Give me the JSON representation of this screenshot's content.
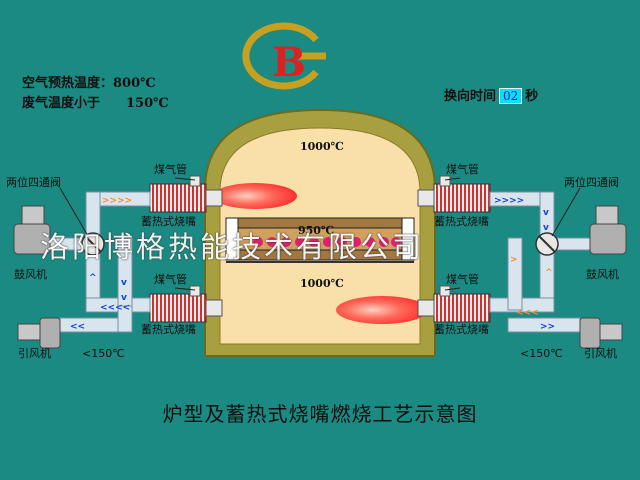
{
  "logo": {
    "letters": "BG",
    "colors": {
      "ring": "#c8a020",
      "letter": "#e02020"
    }
  },
  "params": {
    "air_preheat_label": "空气预热温度：",
    "air_preheat_value": "800℃",
    "exhaust_label": "废气温度小于",
    "exhaust_value": "150℃"
  },
  "reversing": {
    "label": "换向时间",
    "value": "02",
    "unit": "秒"
  },
  "furnace": {
    "top_temp": "1000℃",
    "middle_temp": "950℃",
    "bottom_temp": "1000℃"
  },
  "left_side": {
    "valve_label": "两位四通阀",
    "gas_pipe_top": "煤气管",
    "burner_top": "蓄热式烧嘴",
    "gas_pipe_bottom": "煤气管",
    "burner_bottom": "蓄热式烧嘴",
    "blower": "鼓风机",
    "induced_fan": "引风机",
    "exhaust_temp": "<150℃"
  },
  "right_side": {
    "valve_label": "两位四通阀",
    "gas_pipe_top": "煤气管",
    "burner_top": "蓄热式烧嘴",
    "gas_pipe_bottom": "煤气管",
    "burner_bottom": "蓄热式烧嘴",
    "blower": "鼓风机",
    "induced_fan": "引风机",
    "exhaust_temp": "<150℃"
  },
  "watermark": "洛阳博格热能技术有限公司",
  "caption": "炉型及蓄热式烧嘴燃烧工艺示意图",
  "colors": {
    "background": "#1a8a82",
    "furnace_shell": "#a8a040",
    "furnace_inner": "#f8e0a8",
    "flame": "#ff5a4a",
    "duct": "#d8e4ee",
    "air_arrow": "#ff8a30",
    "exhaust_arrow": "#1040e0",
    "workpiece": "#e0206a"
  }
}
